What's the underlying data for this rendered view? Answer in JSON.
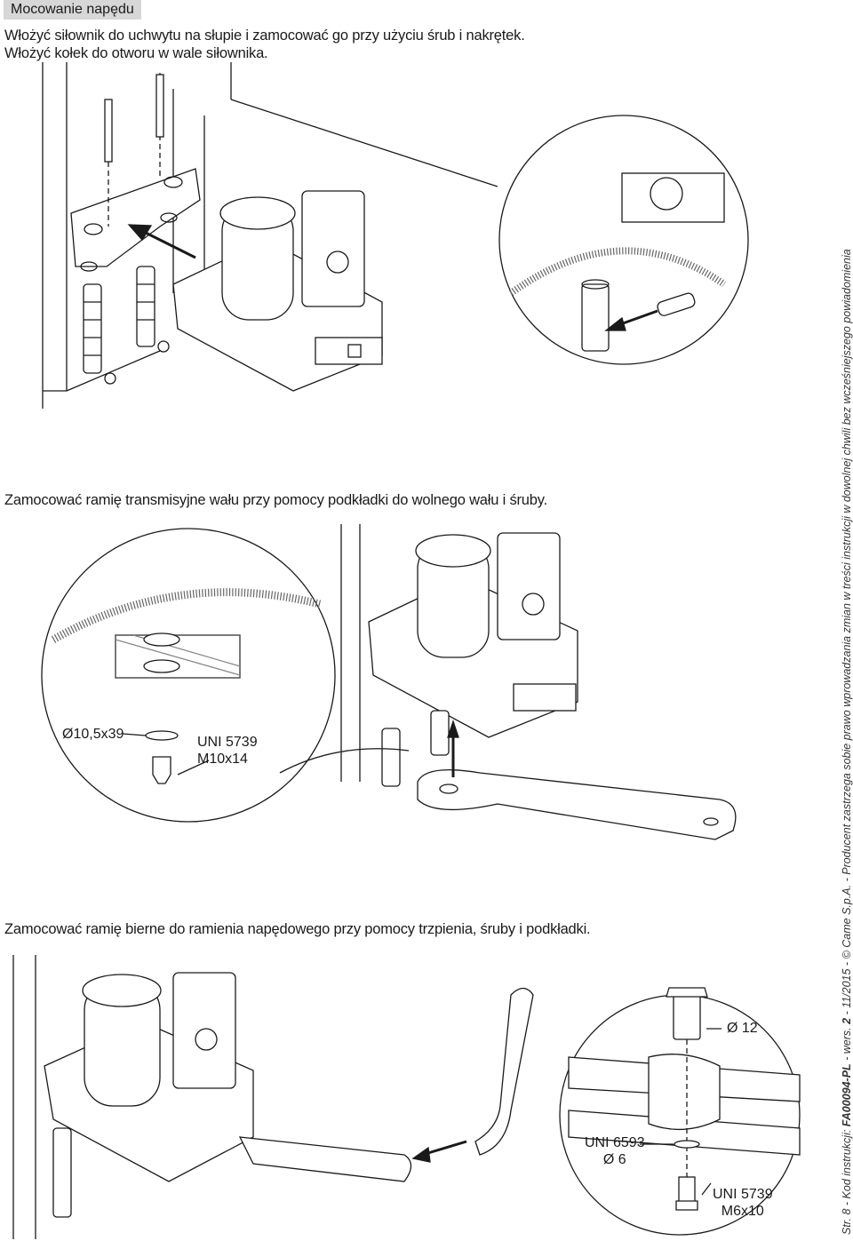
{
  "section": {
    "title": "Mocowanie napędu",
    "line1": "Włożyć siłownik do uchwytu na słupie i zamocować go przy użyciu śrub i nakrętek.",
    "line2": "Włożyć kołek do otworu w wale siłownika."
  },
  "step2": {
    "text": "Zamocować ramię transmisyjne wału przy pomocy podkładki do wolnego wału i śruby.",
    "washer_label": "Ø10,5x39",
    "screw_label_1": "UNI 5739",
    "screw_label_2": "M10x14"
  },
  "step3": {
    "text": "Zamocować ramię bierne do ramienia napędowego przy pomocy trzpienia, śruby i podkładki.",
    "pin_label": "Ø 12",
    "washer_label_1": "UNI 6593",
    "washer_label_2": "Ø 6",
    "screw_label_1": "UNI 5739",
    "screw_label_2": "M6x10"
  },
  "footer": {
    "page": "Str. 8",
    "code_prefix": " - Kod instrukcji: ",
    "code": "FA00094-PL",
    "version_prefix": " - wers. ",
    "version": "2",
    "rest": " - 11/2015 - © Came S.p.A. - Producent zastrzega sobie prawo wprowadzania zmian w treści instrukcji w dowolnej chwili bez wcześniejszego powiadomienia"
  }
}
